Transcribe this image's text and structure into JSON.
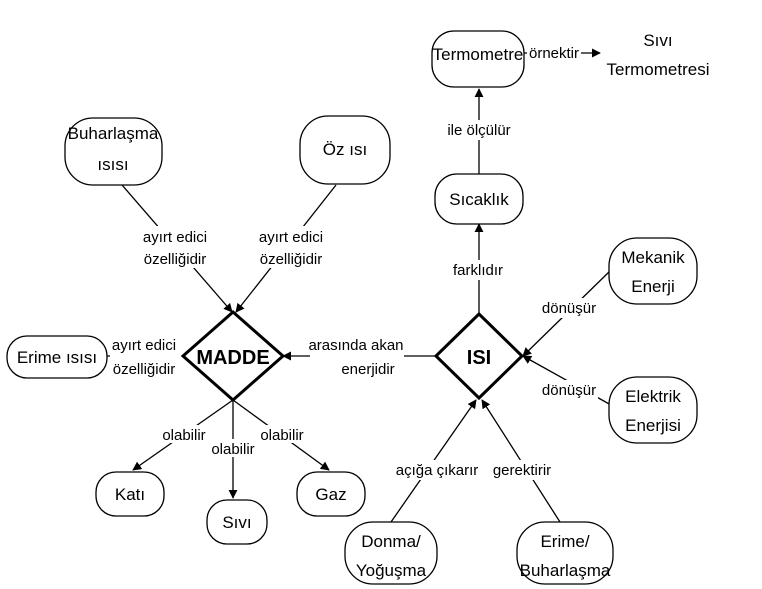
{
  "concepts": {
    "madde": "MADDE",
    "isi": "ISI",
    "buharlasma_isisi": [
      "Buharlaşma",
      "ısısı"
    ],
    "oz_isi": "Öz ısı",
    "erime_isisi": "Erime ısısı",
    "kati": "Katı",
    "sivi": "Sıvı",
    "gaz": "Gaz",
    "sicaklik": "Sıcaklık",
    "termometre": "Termometre",
    "sivi_termometresi": [
      "Sıvı",
      "Termometresi"
    ],
    "mekanik_enerji": [
      "Mekanik",
      "Enerji"
    ],
    "elektrik_enerjisi": [
      "Elektrik",
      "Enerjisi"
    ],
    "donma_yogusma": [
      "Donma/",
      "Yoğuşma"
    ],
    "erime_buharlasma": [
      "Erime/",
      "Buharlaşma"
    ]
  },
  "links": {
    "ayirt_edici_1": [
      "ayırt edici",
      "özelliğidir"
    ],
    "ayirt_edici_2": [
      "ayırt edici",
      "özelliğidir"
    ],
    "ayirt_edici_3": [
      "ayırt edici",
      "özelliğidir"
    ],
    "olabilir_kati": "olabilir",
    "olabilir_sivi": "olabilir",
    "olabilir_gaz": "olabilir",
    "arasinda_akan": [
      "arasında akan",
      "enerjidir"
    ],
    "farklidir": "farklıdır",
    "ile_olculur": "ile ölçülür",
    "ornektir": "örnektir",
    "donusur_1": "dönüşür",
    "donusur_2": "dönüşür",
    "aciga_cikarir": "açığa çıkarır",
    "gerektirir": "gerektirir"
  }
}
